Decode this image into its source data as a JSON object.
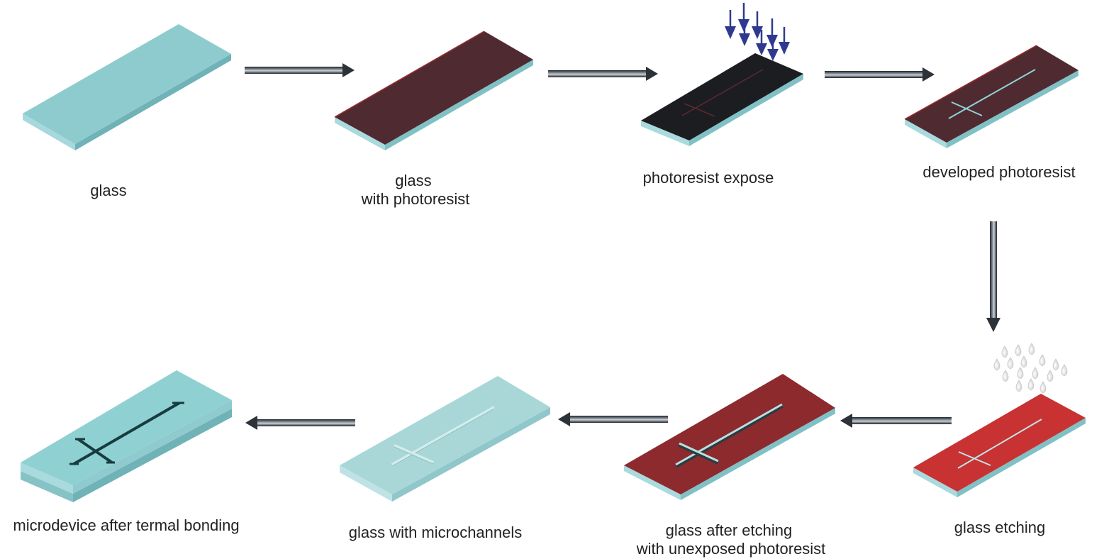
{
  "colors": {
    "glass_top": "#8ecbcf",
    "glass_side_dark": "#74b7bc",
    "glass_side_light": "#a9dadd",
    "photoresist": "#4f2a31",
    "photoresist_edge": "#7a2b2f",
    "exposed": "#1c1d20",
    "etching_red": "#c83232",
    "after_etch_red": "#8d2a2e",
    "bonded_glass": "#8fd0d2",
    "microchannels_glass": "#a9d7d8",
    "channel_dark": "#173c3f",
    "uv_arrow": "#2f3a8f",
    "process_arrow": "#2d3138"
  },
  "steps": {
    "glass": {
      "label_lines": [
        "glass"
      ]
    },
    "photoresist_coat": {
      "label_lines": [
        "glass",
        "with photoresist"
      ]
    },
    "expose": {
      "label_lines": [
        "photoresist expose"
      ]
    },
    "developed": {
      "label_lines": [
        "developed photoresist"
      ]
    },
    "etching": {
      "label_lines": [
        "glass etching"
      ]
    },
    "after_etch": {
      "label_lines": [
        "glass after etching",
        "with unexposed photoresist"
      ]
    },
    "microchannels": {
      "label_lines": [
        "glass with microchannels"
      ]
    },
    "bonded": {
      "label_lines": [
        "microdevice after termal bonding"
      ]
    }
  },
  "icons": {
    "uv_light": "uv-light-arrows-icon",
    "etchant": "etchant-droplets-icon"
  }
}
